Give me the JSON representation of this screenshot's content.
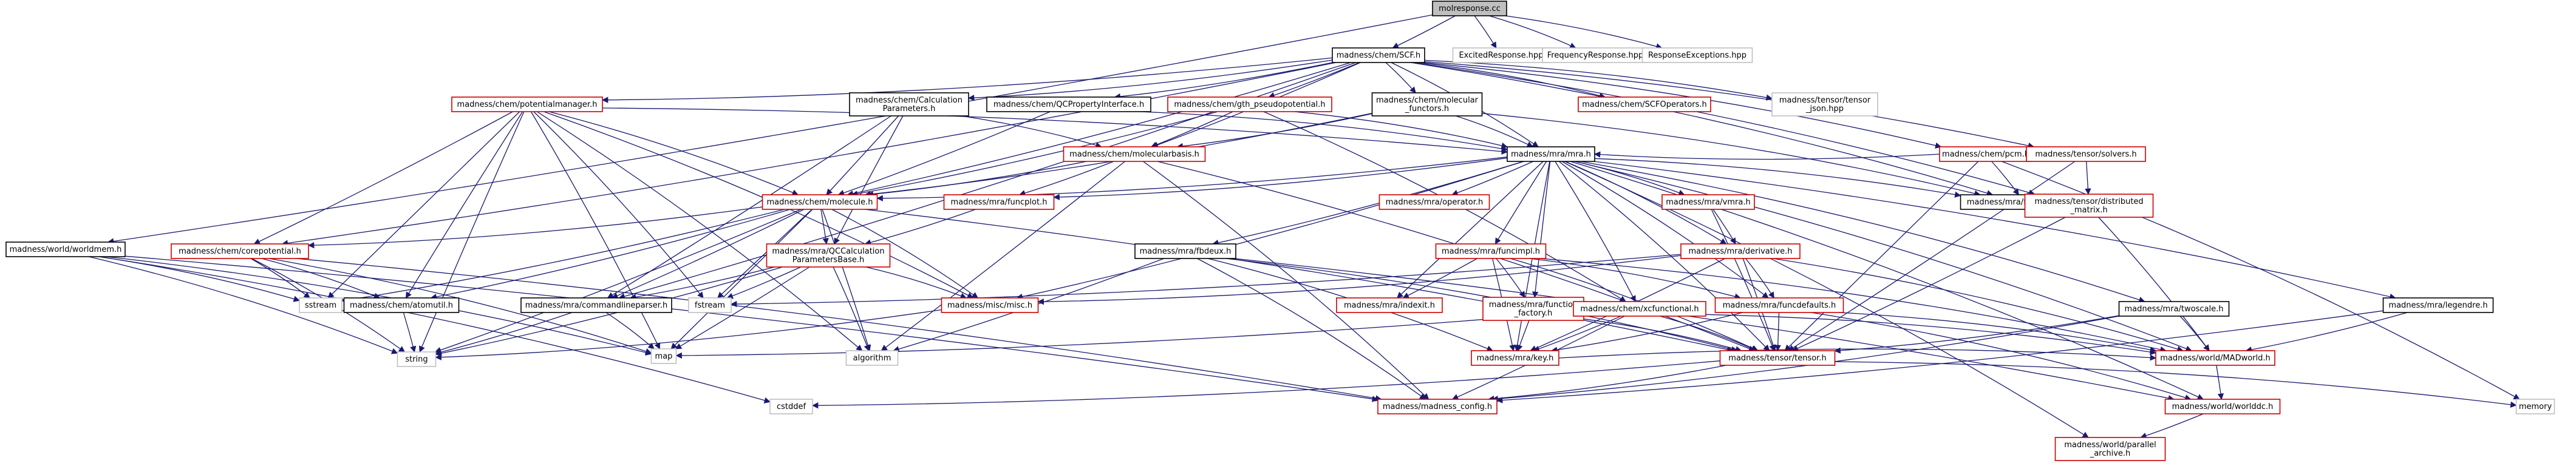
{
  "graph": {
    "colors": {
      "edge": "#191970",
      "documented": "#000000",
      "undocumented": "#cc0000",
      "external": "#bfbfbf",
      "root_fill": "#bfbfbf"
    },
    "nodes": [
      {
        "id": "root",
        "lines": [
          "molresponse.cc"
        ],
        "kind": "root"
      },
      {
        "id": "scf",
        "lines": [
          "madness/chem/SCF.h"
        ],
        "kind": "black"
      },
      {
        "id": "excited",
        "lines": [
          "ExcitedResponse.hpp"
        ],
        "kind": "gray"
      },
      {
        "id": "freq",
        "lines": [
          "FrequencyResponse.hpp"
        ],
        "kind": "gray"
      },
      {
        "id": "respexc",
        "lines": [
          "ResponseExceptions.hpp"
        ],
        "kind": "gray"
      },
      {
        "id": "worldmem",
        "lines": [
          "madness/world/worldmem.h"
        ],
        "kind": "black"
      },
      {
        "id": "potman",
        "lines": [
          "madness/chem/potentialmanager.h"
        ],
        "kind": "red"
      },
      {
        "id": "calcparams",
        "lines": [
          "madness/chem/Calculation",
          "Parameters.h"
        ],
        "kind": "black"
      },
      {
        "id": "qcprop",
        "lines": [
          "madness/chem/QCPropertyInterface.h"
        ],
        "kind": "black"
      },
      {
        "id": "gthpseudo",
        "lines": [
          "madness/chem/gth_pseudopotential.h"
        ],
        "kind": "red"
      },
      {
        "id": "molfunctors",
        "lines": [
          "madness/chem/molecular",
          "_functors.h"
        ],
        "kind": "black"
      },
      {
        "id": "scfops",
        "lines": [
          "madness/chem/SCFOperators.h"
        ],
        "kind": "red"
      },
      {
        "id": "tensorjson",
        "lines": [
          "madness/tensor/tensor",
          "_json.hpp"
        ],
        "kind": "gray"
      },
      {
        "id": "molbasis",
        "lines": [
          "madness/chem/molecularbasis.h"
        ],
        "kind": "red"
      },
      {
        "id": "mra",
        "lines": [
          "madness/mra/mra.h"
        ],
        "kind": "black"
      },
      {
        "id": "pcm",
        "lines": [
          "madness/chem/pcm.h"
        ],
        "kind": "red"
      },
      {
        "id": "solvers",
        "lines": [
          "madness/tensor/solvers.h"
        ],
        "kind": "red"
      },
      {
        "id": "functypedefs",
        "lines": [
          "madness/mra/functypedefs.h"
        ],
        "kind": "black"
      },
      {
        "id": "molecule",
        "lines": [
          "madness/chem/molecule.h"
        ],
        "kind": "red"
      },
      {
        "id": "funcplot",
        "lines": [
          "madness/mra/funcplot.h"
        ],
        "kind": "red"
      },
      {
        "id": "operator",
        "lines": [
          "madness/mra/operator.h"
        ],
        "kind": "red"
      },
      {
        "id": "vmra",
        "lines": [
          "madness/mra/vmra.h"
        ],
        "kind": "red"
      },
      {
        "id": "distmatrix",
        "lines": [
          "madness/tensor/distributed",
          "_matrix.h"
        ],
        "kind": "red"
      },
      {
        "id": "corepot",
        "lines": [
          "madness/chem/corepotential.h"
        ],
        "kind": "red"
      },
      {
        "id": "qccalc",
        "lines": [
          "madness/mra/QCCalculation",
          "ParametersBase.h"
        ],
        "kind": "red"
      },
      {
        "id": "fbdeux",
        "lines": [
          "madness/mra/fbdeux.h"
        ],
        "kind": "black"
      },
      {
        "id": "funcimpl",
        "lines": [
          "madness/mra/funcimpl.h"
        ],
        "kind": "red"
      },
      {
        "id": "derivative",
        "lines": [
          "madness/mra/derivative.h"
        ],
        "kind": "red"
      },
      {
        "id": "sstream",
        "lines": [
          "sstream"
        ],
        "kind": "gray"
      },
      {
        "id": "atomutil",
        "lines": [
          "madness/chem/atomutil.h"
        ],
        "kind": "black"
      },
      {
        "id": "cmdparser",
        "lines": [
          "madness/mra/commandlineparser.h"
        ],
        "kind": "black"
      },
      {
        "id": "fstream",
        "lines": [
          "fstream"
        ],
        "kind": "gray"
      },
      {
        "id": "miscmisc",
        "lines": [
          "madness/misc/misc.h"
        ],
        "kind": "red"
      },
      {
        "id": "indexit",
        "lines": [
          "madness/mra/indexit.h"
        ],
        "kind": "red"
      },
      {
        "id": "funcfactory",
        "lines": [
          "madness/mra/function",
          "_factory.h"
        ],
        "kind": "red"
      },
      {
        "id": "xcfunctional",
        "lines": [
          "madness/chem/xcfunctional.h"
        ],
        "kind": "red"
      },
      {
        "id": "funcdefaults",
        "lines": [
          "madness/mra/funcdefaults.h"
        ],
        "kind": "red"
      },
      {
        "id": "twoscale",
        "lines": [
          "madness/mra/twoscale.h"
        ],
        "kind": "black"
      },
      {
        "id": "legendre",
        "lines": [
          "madness/mra/legendre.h"
        ],
        "kind": "black"
      },
      {
        "id": "string",
        "lines": [
          "string"
        ],
        "kind": "gray"
      },
      {
        "id": "map",
        "lines": [
          "map"
        ],
        "kind": "gray"
      },
      {
        "id": "algorithm",
        "lines": [
          "algorithm"
        ],
        "kind": "gray"
      },
      {
        "id": "key",
        "lines": [
          "madness/mra/key.h"
        ],
        "kind": "red"
      },
      {
        "id": "tensor",
        "lines": [
          "madness/tensor/tensor.h"
        ],
        "kind": "red"
      },
      {
        "id": "madworld",
        "lines": [
          "madness/world/MADworld.h"
        ],
        "kind": "red"
      },
      {
        "id": "cstddef",
        "lines": [
          "cstddef"
        ],
        "kind": "gray"
      },
      {
        "id": "madconfig",
        "lines": [
          "madness/madness_config.h"
        ],
        "kind": "red"
      },
      {
        "id": "worlddc",
        "lines": [
          "madness/world/worlddc.h"
        ],
        "kind": "red"
      },
      {
        "id": "memory",
        "lines": [
          "memory"
        ],
        "kind": "gray"
      },
      {
        "id": "parallelarchive",
        "lines": [
          "madness/world/parallel",
          "_archive.h"
        ],
        "kind": "red"
      }
    ],
    "edges": [
      [
        "root",
        "scf"
      ],
      [
        "root",
        "excited"
      ],
      [
        "root",
        "freq"
      ],
      [
        "root",
        "respexc"
      ],
      [
        "root",
        "worldmem"
      ],
      [
        "scf",
        "potman"
      ],
      [
        "scf",
        "calcparams"
      ],
      [
        "scf",
        "qcprop"
      ],
      [
        "scf",
        "gthpseudo"
      ],
      [
        "scf",
        "molfunctors"
      ],
      [
        "scf",
        "scfops"
      ],
      [
        "scf",
        "tensorjson"
      ],
      [
        "scf",
        "molbasis"
      ],
      [
        "scf",
        "mra"
      ],
      [
        "scf",
        "pcm"
      ],
      [
        "scf",
        "solvers"
      ],
      [
        "scf",
        "molecule"
      ],
      [
        "scf",
        "corepot"
      ],
      [
        "scf",
        "cmdparser"
      ],
      [
        "scf",
        "distmatrix"
      ],
      [
        "scf",
        "functypedefs"
      ],
      [
        "worldmem",
        "sstream"
      ],
      [
        "worldmem",
        "string"
      ],
      [
        "worldmem",
        "map"
      ],
      [
        "worldmem",
        "cstddef"
      ],
      [
        "worldmem",
        "madconfig"
      ],
      [
        "potman",
        "mra"
      ],
      [
        "potman",
        "molecule"
      ],
      [
        "potman",
        "corepot"
      ],
      [
        "potman",
        "atomutil"
      ],
      [
        "potman",
        "sstream"
      ],
      [
        "potman",
        "fstream"
      ],
      [
        "potman",
        "string"
      ],
      [
        "potman",
        "algorithm"
      ],
      [
        "potman",
        "miscmisc"
      ],
      [
        "potman",
        "map"
      ],
      [
        "calcparams",
        "molecule"
      ],
      [
        "calcparams",
        "qccalc"
      ],
      [
        "calcparams",
        "cmdparser"
      ],
      [
        "calcparams",
        "molbasis"
      ],
      [
        "qcprop",
        "molecule"
      ],
      [
        "qcprop",
        "mra"
      ],
      [
        "gthpseudo",
        "molbasis"
      ],
      [
        "gthpseudo",
        "mra"
      ],
      [
        "gthpseudo",
        "molecule"
      ],
      [
        "gthpseudo",
        "xcfunctional"
      ],
      [
        "molfunctors",
        "mra"
      ],
      [
        "molfunctors",
        "molecule"
      ],
      [
        "molfunctors",
        "molbasis"
      ],
      [
        "molfunctors",
        "functypedefs"
      ],
      [
        "molbasis",
        "molecule"
      ],
      [
        "molbasis",
        "funcplot"
      ],
      [
        "molbasis",
        "madconfig"
      ],
      [
        "molbasis",
        "algorithm"
      ],
      [
        "molbasis",
        "tensor"
      ],
      [
        "mra",
        "molecule"
      ],
      [
        "mra",
        "funcplot"
      ],
      [
        "mra",
        "operator"
      ],
      [
        "mra",
        "vmra"
      ],
      [
        "mra",
        "functypedefs"
      ],
      [
        "mra",
        "fbdeux"
      ],
      [
        "mra",
        "funcimpl"
      ],
      [
        "mra",
        "derivative"
      ],
      [
        "mra",
        "indexit"
      ],
      [
        "mra",
        "funcfactory"
      ],
      [
        "mra",
        "funcdefaults"
      ],
      [
        "mra",
        "key"
      ],
      [
        "mra",
        "tensor"
      ],
      [
        "mra",
        "madworld"
      ],
      [
        "mra",
        "twoscale"
      ],
      [
        "mra",
        "legendre"
      ],
      [
        "mra",
        "parallelarchive"
      ],
      [
        "mra",
        "worlddc"
      ],
      [
        "mra",
        "miscmisc"
      ],
      [
        "mra",
        "xcfunctional"
      ],
      [
        "pcm",
        "mra"
      ],
      [
        "pcm",
        "functypedefs"
      ],
      [
        "pcm",
        "tensor"
      ],
      [
        "pcm",
        "memory"
      ],
      [
        "solvers",
        "tensor"
      ],
      [
        "solvers",
        "distmatrix"
      ],
      [
        "molecule",
        "corepot"
      ],
      [
        "molecule",
        "atomutil"
      ],
      [
        "molecule",
        "qccalc"
      ],
      [
        "molecule",
        "cmdparser"
      ],
      [
        "molecule",
        "sstream"
      ],
      [
        "molecule",
        "fstream"
      ],
      [
        "molecule",
        "string"
      ],
      [
        "molecule",
        "algorithm"
      ],
      [
        "molecule",
        "miscmisc"
      ],
      [
        "molecule",
        "tensor"
      ],
      [
        "molecule",
        "map"
      ],
      [
        "funcplot",
        "qccalc"
      ],
      [
        "vmra",
        "derivative"
      ],
      [
        "vmra",
        "tensor"
      ],
      [
        "distmatrix",
        "tensor"
      ],
      [
        "distmatrix",
        "madworld"
      ],
      [
        "corepot",
        "atomutil"
      ],
      [
        "corepot",
        "string"
      ],
      [
        "corepot",
        "map"
      ],
      [
        "corepot",
        "madconfig"
      ],
      [
        "corepot",
        "sstream"
      ],
      [
        "qccalc",
        "cmdparser"
      ],
      [
        "qccalc",
        "string"
      ],
      [
        "qccalc",
        "map"
      ],
      [
        "qccalc",
        "algorithm"
      ],
      [
        "qccalc",
        "fstream"
      ],
      [
        "qccalc",
        "miscmisc"
      ],
      [
        "fbdeux",
        "key"
      ],
      [
        "fbdeux",
        "tensor"
      ],
      [
        "fbdeux",
        "madconfig"
      ],
      [
        "fbdeux",
        "algorithm"
      ],
      [
        "fbdeux",
        "worlddc"
      ],
      [
        "funcimpl",
        "indexit"
      ],
      [
        "funcimpl",
        "funcfactory"
      ],
      [
        "funcimpl",
        "funcdefaults"
      ],
      [
        "funcimpl",
        "key"
      ],
      [
        "funcimpl",
        "tensor"
      ],
      [
        "funcimpl",
        "madworld"
      ],
      [
        "derivative",
        "funcdefaults"
      ],
      [
        "derivative",
        "key"
      ],
      [
        "derivative",
        "tensor"
      ],
      [
        "derivative",
        "miscmisc"
      ],
      [
        "derivative",
        "madworld"
      ],
      [
        "derivative",
        "fstream"
      ],
      [
        "atomutil",
        "string"
      ],
      [
        "cmdparser",
        "map"
      ],
      [
        "cmdparser",
        "string"
      ],
      [
        "miscmisc",
        "string"
      ],
      [
        "funcfactory",
        "key"
      ],
      [
        "funcfactory",
        "tensor"
      ],
      [
        "xcfunctional",
        "key"
      ],
      [
        "xcfunctional",
        "tensor"
      ],
      [
        "xcfunctional",
        "madconfig"
      ],
      [
        "xcfunctional",
        "map"
      ],
      [
        "xcfunctional",
        "madworld"
      ],
      [
        "funcdefaults",
        "tensor"
      ],
      [
        "funcdefaults",
        "key"
      ],
      [
        "funcdefaults",
        "madworld"
      ],
      [
        "funcdefaults",
        "worlddc"
      ],
      [
        "twoscale",
        "tensor"
      ],
      [
        "twoscale",
        "madworld"
      ],
      [
        "twoscale",
        "madconfig"
      ],
      [
        "legendre",
        "madworld"
      ],
      [
        "legendre",
        "madconfig"
      ],
      [
        "key",
        "madworld"
      ],
      [
        "tensor",
        "madconfig"
      ],
      [
        "tensor",
        "memory"
      ],
      [
        "tensor",
        "cstddef"
      ],
      [
        "madworld",
        "worlddc"
      ],
      [
        "worlddc",
        "parallelarchive"
      ]
    ]
  }
}
